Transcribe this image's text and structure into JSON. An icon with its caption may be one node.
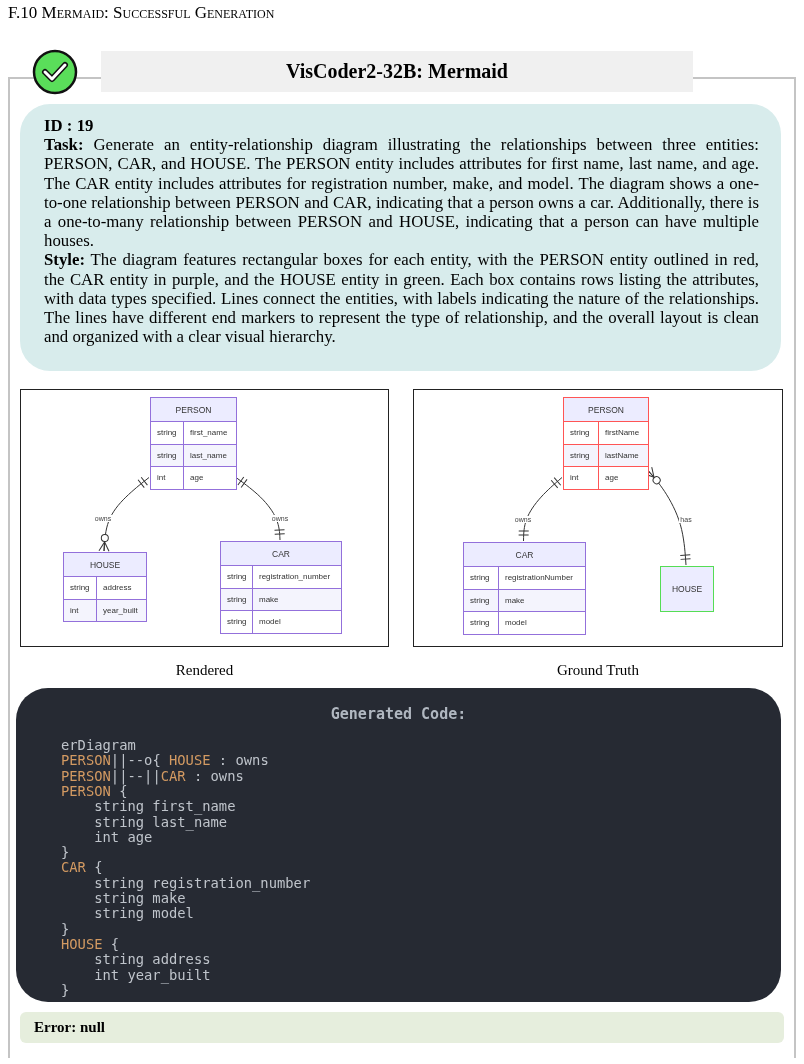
{
  "diagram": {
    "title": "F.10 Mermaid: Successful Generation",
    "nodes": [
      {
        "text": [
          "VisCoder2-32B: Mermaid"
        ]
      },
      {
        "text": [
          "ID : 19",
          "**Task:** Generate an entity-relationship diagram illustrating the relationships between three entities: PERSON, CAR, and HOUSE. The PERSON entity includes attributes for first name, last name, and age. The CAR entity includes attributes for registration number, make, and model. The diagram shows a one-to-one relationship between PERSON and CAR, indicating that a person owns a car. Additionally, there is a one-to-many relationship between PERSON and HOUSE, indicating that a person can have multiple houses.",
          "**Style:** The diagram features rectangular boxes for each entity, with the PERSON entity outlined in red, the CAR entity in purple, and the HOUSE entity in green. Each box contains rows listing the attributes, with data types specified. Lines connect the entities, with labels indicating the nature of the relationships. The lines have different end markers to represent the type of relationship, and the overall layout is clean and organized with a clear visual hierarchy."
        ]
      },
      {
        "text": [],
        "shape": "box",
        "beside": [
          "Rendered"
        ]
      },
      {
        "text": [
          "PERSON",
          "string",
          "first_name",
          "string",
          "last_name",
          "int",
          "age"
        ],
        "in": 2
      },
      {
        "text": [
          "HOUSE",
          "string",
          "address",
          "int",
          "year_built"
        ],
        "in": 2
      },
      {
        "text": [
          "CAR",
          "string",
          "registration_number",
          "string",
          "make",
          "string",
          "model"
        ],
        "in": 2
      },
      {
        "text": [],
        "shape": "box",
        "beside": [
          "Ground Truth"
        ]
      },
      {
        "text": [
          "PERSON",
          "string",
          "firstName",
          "string",
          "lastName",
          "int",
          "age"
        ],
        "in": 6
      },
      {
        "text": [
          "CAR",
          "string",
          "registrationNumber",
          "string",
          "make",
          "string",
          "model"
        ],
        "in": 6
      },
      {
        "text": [
          "HOUSE"
        ],
        "in": 6
      },
      {
        "text": [
          "Generated Code:",
          "erDiagram",
          "PERSON||--o{ HOUSE : owns",
          "PERSON||--||CAR : owns",
          "PERSON {",
          "    string first_name",
          "    string last_name",
          "    int age",
          "}",
          "CAR {",
          "    string registration_number",
          "    string make",
          "    string model",
          "}",
          "HOUSE {",
          "    string address",
          "    int year_built",
          "}"
        ]
      },
      {
        "text": [
          "Error: null"
        ]
      }
    ],
    "edges": [
      {
        "from": 3,
        "to": 4,
        "arrow": "other",
        "label": "owns"
      },
      {
        "from": 3,
        "to": 5,
        "arrow": "other",
        "label": "owns"
      },
      {
        "from": 7,
        "to": 8,
        "arrow": "other",
        "label": "owns"
      },
      {
        "from": 7,
        "to": 9,
        "arrow": "other",
        "label": "has"
      }
    ]
  }
}
